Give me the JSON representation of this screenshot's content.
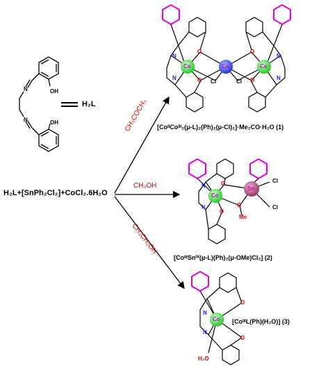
{
  "ligand": {
    "o1": "OH",
    "o2": "OH",
    "n1": "N",
    "n2": "N",
    "label": "H₂L"
  },
  "reactants": "H₂L+[SnPh₂Cl₂]+CoCl₂.6H₂O",
  "solvents": {
    "s1": "CH₃COCH₃",
    "s2": "CH₃OH",
    "s3": "CH₃CH₂OH"
  },
  "product1": {
    "caption": "[CoᴵᴵCoᴵᴵᴵ₂(μ-L)₂(Ph)₂(μ-Cl)₂]·Me₂CO·H₂O (1)",
    "co_left": "Co",
    "co_center": "Co",
    "co_right": "Co",
    "cl1": "Cl",
    "cl2": "Cl",
    "o": "O",
    "n": "N"
  },
  "product2": {
    "caption": "[CoᴵᴵᴵSnᴵⱽ(μ-L)(Ph)₂(μ-OMe)Cl₂] (2)",
    "co": "Co",
    "sn": "Sn",
    "cl": "Cl",
    "me": "Me",
    "o": "O",
    "n": "N"
  },
  "product3": {
    "caption": "[CoᴵᴵᴵL(Ph)(H₂O)] (3)",
    "co": "Co",
    "h2o": "H₂O",
    "o": "O",
    "n": "N"
  },
  "colors": {
    "phenyl": "#e000e0",
    "co_sphere": "#33dd33",
    "co_center_sphere": "#3344ee",
    "sn_sphere": "#aa3366",
    "solvent_text": "#e00000",
    "atom_o": "#e00000",
    "atom_n": "#1a1aff"
  }
}
